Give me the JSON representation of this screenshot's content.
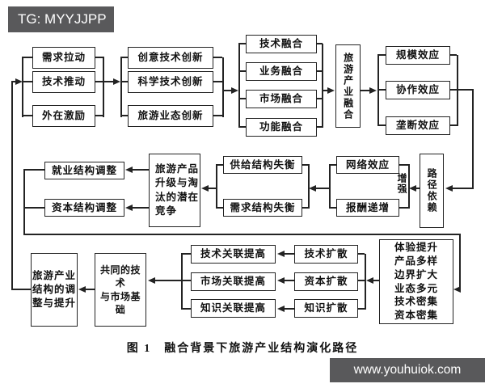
{
  "watermarks": {
    "top_left": "TG: MYYJJPP",
    "bottom_right": "www.youhuiok.com"
  },
  "caption": "图 1　融合背景下旅游产业结构演化路径",
  "colors": {
    "line": "#232323",
    "watermark_bg": "#59595b",
    "background": "#ffffff"
  },
  "boxes": {
    "demand_pull": "需求拉动",
    "tech_push": "技术推动",
    "external_incentive": "外在激励",
    "creative_tech_innovation": "创意技术创新",
    "scientific_tech_innovation": "科学技术创新",
    "tourism_format_innovation": "旅游业态创新",
    "tech_fusion": "技术融合",
    "business_fusion": "业务融合",
    "market_fusion": "市场融合",
    "function_fusion": "功能融合",
    "tourism_industry_fusion": "旅游产业融合",
    "scale_effect": "规模效应",
    "cooperation_effect": "协作效应",
    "monopoly_effect": "垄断效应",
    "employment_structure_adjustment": "就业结构调整",
    "capital_structure_adjustment": "资本结构调整",
    "product_competition": "旅游产品\n升级与淘\n汰的潜在\n竞争",
    "supply_structure_imbalance": "供给结构失衡",
    "demand_structure_imbalance": "需求结构失衡",
    "network_effect": "网络效应",
    "increasing_returns": "报酬递增",
    "reinforce_label": "增强",
    "path_dependence": "路径依赖",
    "industry_structure_upgrade": "旅游产业\n结构的调\n整与提升",
    "common_tech_market_base": "共同的技术\n与市场基础",
    "tech_linkage_increase": "技术关联提高",
    "market_linkage_increase": "市场关联提高",
    "knowledge_linkage_increase": "知识关联提高",
    "tech_diffusion": "技术扩散",
    "capital_diffusion": "资本扩散",
    "knowledge_diffusion": "知识扩散",
    "fusion_features": "体验提升\n产品多样\n边界扩大\n业态多元\n技术密集\n资本密集"
  }
}
